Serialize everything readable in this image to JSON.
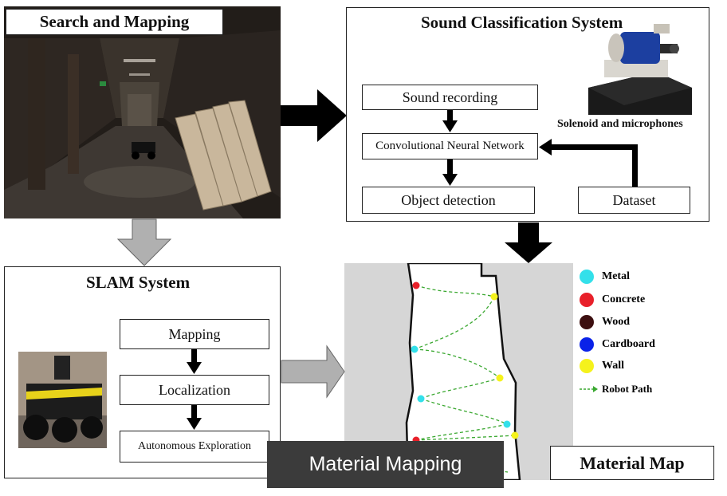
{
  "panels": {
    "search": {
      "title": "Search and Mapping"
    },
    "sound": {
      "title": "Sound Classification System",
      "steps": [
        "Sound recording",
        "Convolutional Neural Network",
        "Object detection"
      ],
      "dataset": "Dataset",
      "photo_caption": "Solenoid and microphones"
    },
    "slam": {
      "title": "SLAM System",
      "steps": [
        "Mapping",
        "Localization",
        "Autonomous Exploration"
      ]
    },
    "map": {
      "title": "Material Map",
      "legend": [
        {
          "label": "Metal",
          "color": "#33e0ea"
        },
        {
          "label": "Concrete",
          "color": "#e8202a"
        },
        {
          "label": "Wood",
          "color": "#3d0f10"
        },
        {
          "label": "Cardboard",
          "color": "#0a22e8"
        },
        {
          "label": "Wall",
          "color": "#f5f21c"
        },
        {
          "label": "Robot Path",
          "color": "#3aa830"
        }
      ]
    }
  },
  "caption": "Material Mapping"
}
